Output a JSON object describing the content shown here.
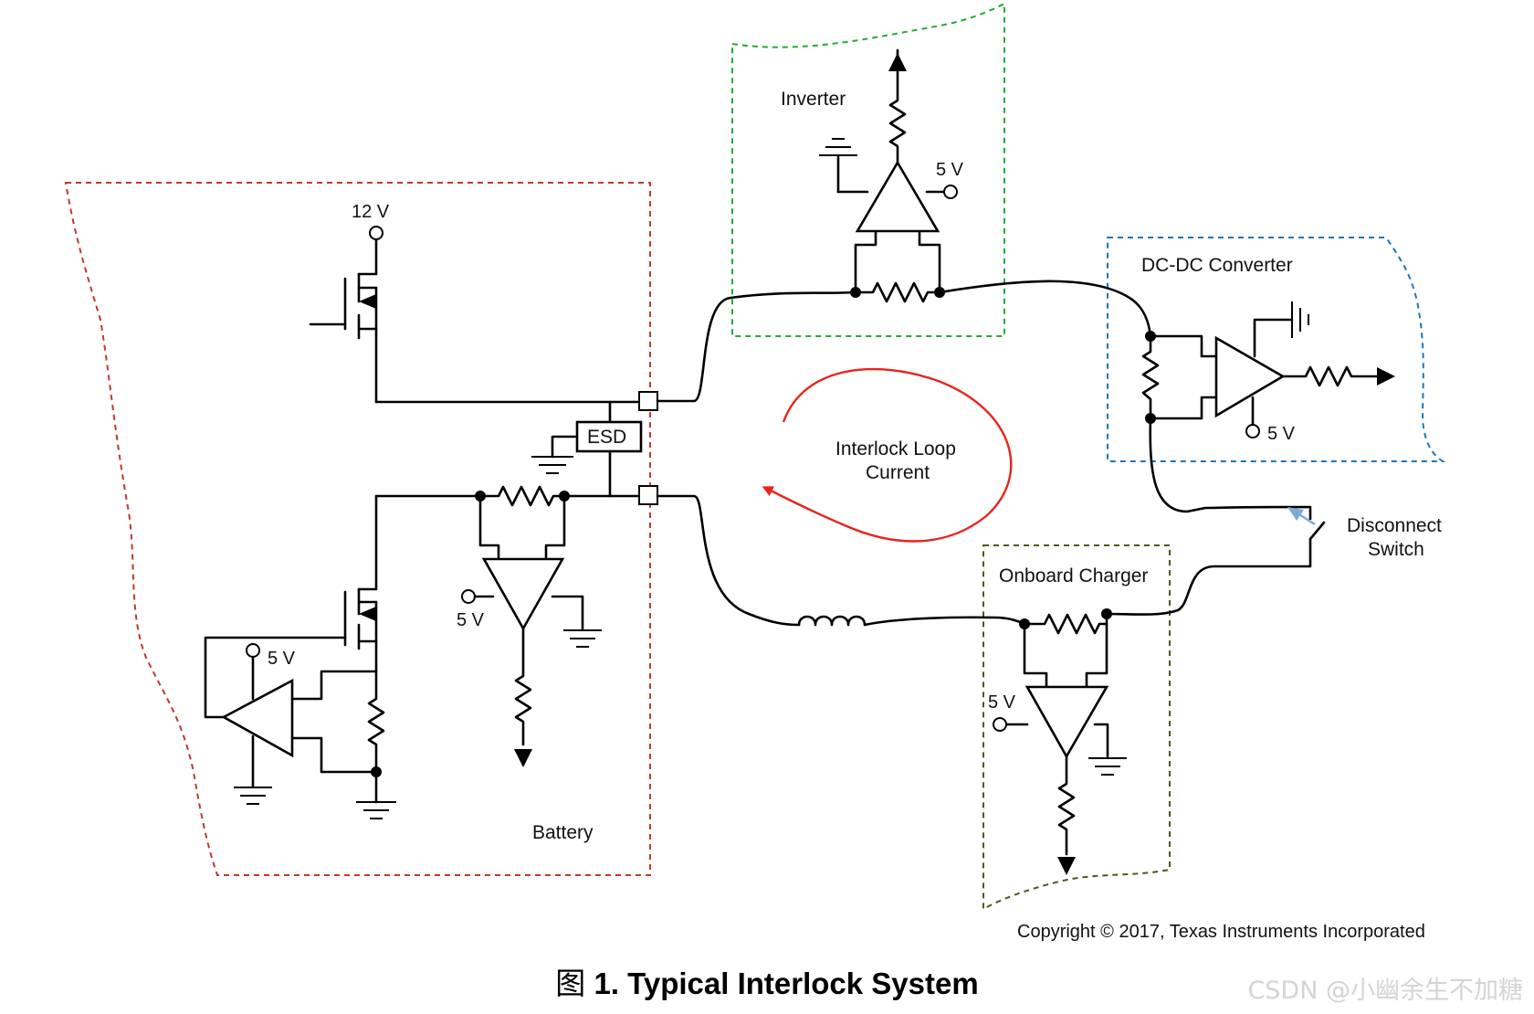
{
  "figure": {
    "caption_prefix": "图",
    "caption_title": "1. Typical Interlock System",
    "copyright": "Copyright © 2017, Texas Instruments Incorporated",
    "watermark": "CSDN @小幽余生不加糖"
  },
  "blocks": {
    "battery": {
      "label": "Battery",
      "color": "#c0392b"
    },
    "inverter": {
      "label": "Inverter",
      "color": "#22aa33"
    },
    "dcdc": {
      "label": "DC-DC Converter",
      "color": "#1f77b4"
    },
    "charger": {
      "label": "Onboard Charger",
      "color": "#4a5a1a"
    }
  },
  "labels": {
    "battery_12v": "12 V",
    "battery_esd": "ESD",
    "battery_amp_5v": "5 V",
    "battery_sense_5v": "5 V",
    "inverter_5v": "5 V",
    "dcdc_5v": "5 V",
    "charger_5v": "5 V",
    "loop_current_line1": "Interlock Loop",
    "loop_current_line2": "Current",
    "switch_line1": "Disconnect",
    "switch_line2": "Switch"
  },
  "colors": {
    "loop_arrow": "#e8231c",
    "switch_arrow": "#7fa8d8"
  }
}
